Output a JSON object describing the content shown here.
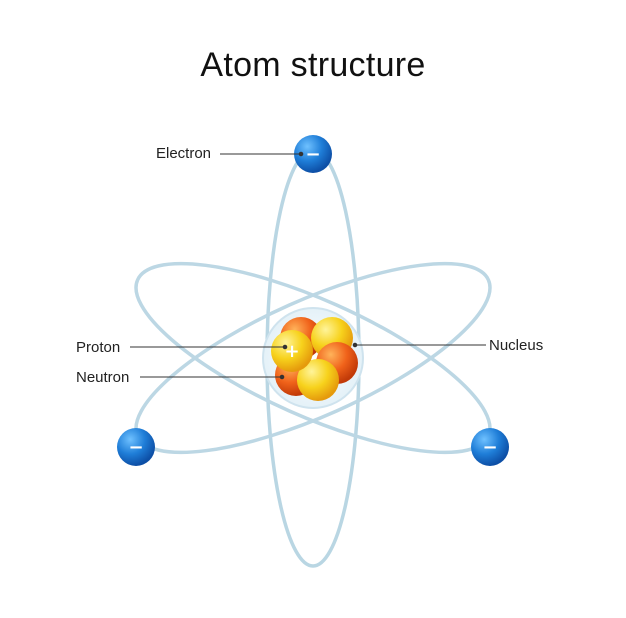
{
  "title": "Atom structure",
  "labels": {
    "electron": "Electron",
    "proton": "Proton",
    "neutron": "Neutron",
    "nucleus": "Nucleus"
  },
  "symbols": {
    "electron": "−",
    "proton": "+"
  },
  "colors": {
    "orbit": "#b9d6e3",
    "electron": "#1f7ed8",
    "proton": "#f7c21c",
    "neutron": "#f0621a",
    "leader_line": "#333333"
  }
}
